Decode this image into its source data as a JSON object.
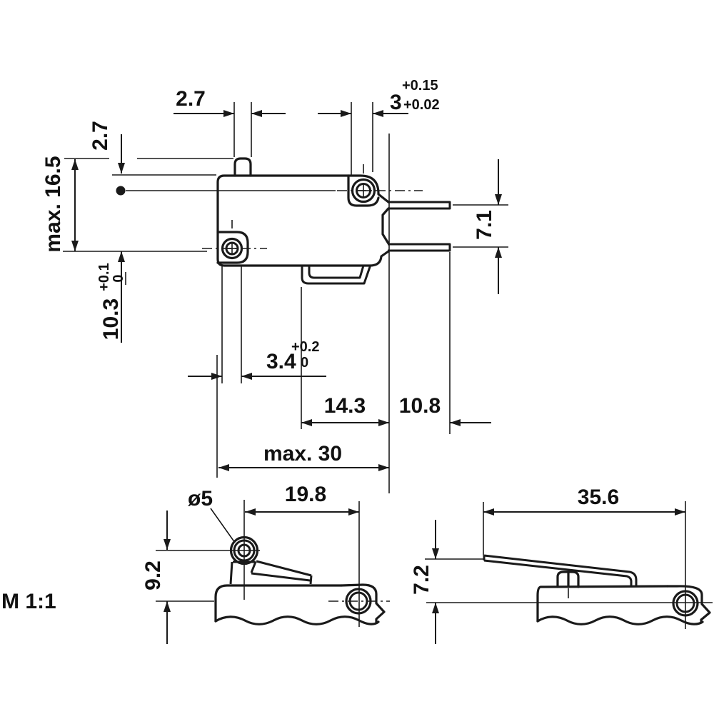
{
  "scale_label": "M 1:1",
  "top_view": {
    "plunger_width": "2.7",
    "plunger_protrusion": "2.7",
    "overall_height": "max. 16.5",
    "mounting_hole_dia": "3",
    "mounting_hole_tol_upper": "+0.15",
    "mounting_hole_tol_lower": "+0.02",
    "hole_offset": "10.3",
    "hole_offset_tol_upper": "+0.1",
    "hole_offset_tol_lower": "0",
    "terminal_spacing": "7.1",
    "slot_width": "3.4",
    "slot_tol_upper": "+0.2",
    "slot_tol_lower": "0",
    "terminal_length": "14.3",
    "terminal_overhang": "10.8",
    "overall_length": "max. 30"
  },
  "roller_lever_view": {
    "roller_diameter": "ø5",
    "roller_to_hole": "19.8",
    "roller_height": "9.2"
  },
  "flat_lever_view": {
    "lever_length": "35.6",
    "lever_height": "7.2"
  }
}
